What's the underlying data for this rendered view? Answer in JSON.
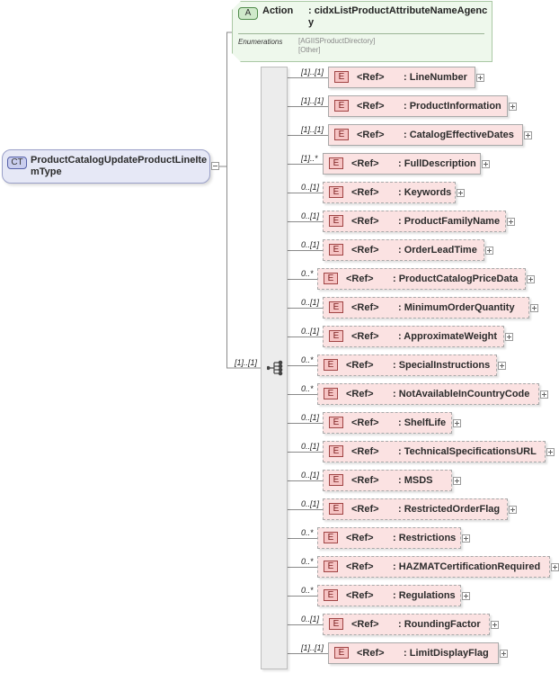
{
  "complex_type": {
    "badge": "CT",
    "name": "ProductCatalogUpdateProductLineItemType"
  },
  "attribute": {
    "badge": "A",
    "name": "Action",
    "type": ": cidxListProductAttributeNameAgency",
    "enumerations_label": "Enumerations",
    "enumerations": [
      "[AGIISProductDirectory]",
      "[Other]"
    ]
  },
  "sequence": {
    "multiplicity": "[1]..[1]"
  },
  "elements": [
    {
      "badge": "E",
      "ref": "<Ref>",
      "name": ": LineNumber",
      "multiplicity": "[1]..[1]",
      "required": true
    },
    {
      "badge": "E",
      "ref": "<Ref>",
      "name": ": ProductInformation",
      "multiplicity": "[1]..[1]",
      "required": true
    },
    {
      "badge": "E",
      "ref": "<Ref>",
      "name": ": CatalogEffectiveDates",
      "multiplicity": "[1]..[1]",
      "required": true
    },
    {
      "badge": "E",
      "ref": "<Ref>",
      "name": ": FullDescription",
      "multiplicity": "[1]..*",
      "required": true
    },
    {
      "badge": "E",
      "ref": "<Ref>",
      "name": ": Keywords",
      "multiplicity": "0..[1]",
      "required": false
    },
    {
      "badge": "E",
      "ref": "<Ref>",
      "name": ": ProductFamilyName",
      "multiplicity": "0..[1]",
      "required": false
    },
    {
      "badge": "E",
      "ref": "<Ref>",
      "name": ": OrderLeadTime",
      "multiplicity": "0..[1]",
      "required": false
    },
    {
      "badge": "E",
      "ref": "<Ref>",
      "name": ": ProductCatalogPriceData",
      "multiplicity": "0..*",
      "required": false
    },
    {
      "badge": "E",
      "ref": "<Ref>",
      "name": ": MinimumOrderQuantity",
      "multiplicity": "0..[1]",
      "required": false
    },
    {
      "badge": "E",
      "ref": "<Ref>",
      "name": ": ApproximateWeight",
      "multiplicity": "0..[1]",
      "required": false
    },
    {
      "badge": "E",
      "ref": "<Ref>",
      "name": ": SpecialInstructions",
      "multiplicity": "0..*",
      "required": false
    },
    {
      "badge": "E",
      "ref": "<Ref>",
      "name": ": NotAvailableInCountryCode",
      "multiplicity": "0..*",
      "required": false
    },
    {
      "badge": "E",
      "ref": "<Ref>",
      "name": ": ShelfLife",
      "multiplicity": "0..[1]",
      "required": false
    },
    {
      "badge": "E",
      "ref": "<Ref>",
      "name": ": TechnicalSpecificationsURL",
      "multiplicity": "0..[1]",
      "required": false
    },
    {
      "badge": "E",
      "ref": "<Ref>",
      "name": ": MSDS",
      "multiplicity": "0..[1]",
      "required": false
    },
    {
      "badge": "E",
      "ref": "<Ref>",
      "name": ": RestrictedOrderFlag",
      "multiplicity": "0..[1]",
      "required": false
    },
    {
      "badge": "E",
      "ref": "<Ref>",
      "name": ": Restrictions",
      "multiplicity": "0..*",
      "required": false
    },
    {
      "badge": "E",
      "ref": "<Ref>",
      "name": ": HAZMATCertificationRequired",
      "multiplicity": "0..*",
      "required": false
    },
    {
      "badge": "E",
      "ref": "<Ref>",
      "name": ": Regulations",
      "multiplicity": "0..*",
      "required": false
    },
    {
      "badge": "E",
      "ref": "<Ref>",
      "name": ": RoundingFactor",
      "multiplicity": "0..[1]",
      "required": false
    },
    {
      "badge": "E",
      "ref": "<Ref>",
      "name": ": LimitDisplayFlag",
      "multiplicity": "[1]..[1]",
      "required": true
    }
  ]
}
